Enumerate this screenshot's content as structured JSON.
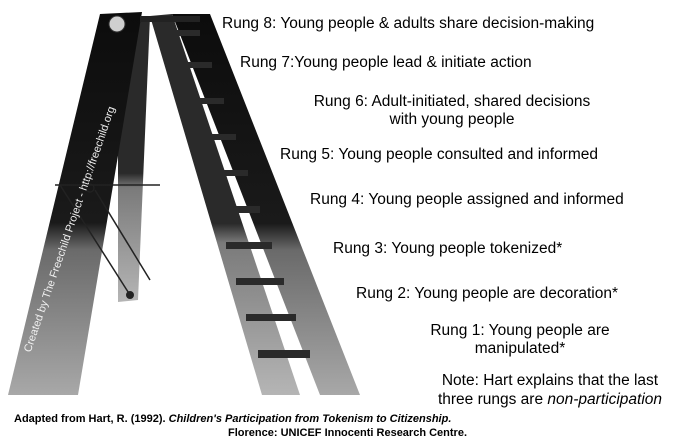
{
  "rungs": [
    {
      "label": "Rung 8: Young people & adults share decision-making"
    },
    {
      "label": "Rung 7:Young people lead & initiate action"
    },
    {
      "label": "Rung 6: Adult-initiated, shared decisions",
      "label2": "with young people"
    },
    {
      "label": "Rung 5: Young people consulted and informed"
    },
    {
      "label": "Rung 4: Young people assigned and informed"
    },
    {
      "label": "Rung 3: Young people tokenized*"
    },
    {
      "label": "Rung 2: Young people are decoration*"
    },
    {
      "label": "Rung 1: Young people are",
      "label2": "manipulated*"
    }
  ],
  "note": {
    "line1": "Note: Hart explains that the last",
    "line2_pre": "three rungs are ",
    "line2_em": "non-participation"
  },
  "credit": {
    "line1_pre": "Adapted from Hart, R. (1992).  ",
    "line1_em": "Children's Participation from Tokenism to Citizenship.",
    "line2": "Florence: UNICEF Innocenti Research Centre."
  },
  "ladder_caption": "Created by The Freechild Project - http://freechild.org",
  "colors": {
    "ladder_dark": "#111111",
    "ladder_mid": "#555555",
    "ladder_light": "#9a9a9a",
    "rung": "#2a2a2a"
  }
}
